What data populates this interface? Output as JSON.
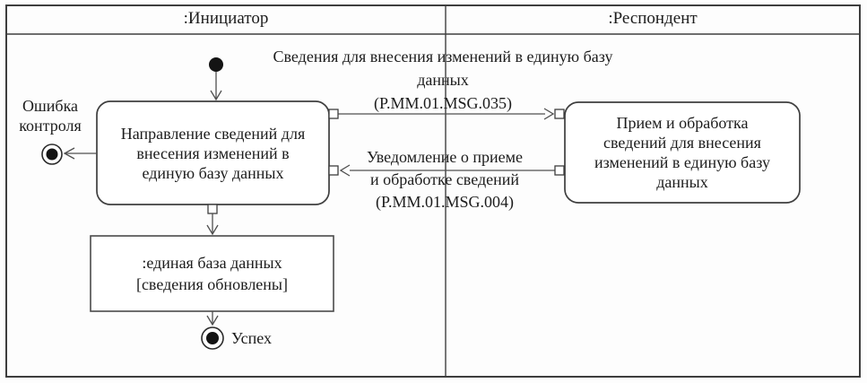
{
  "lanes": [
    {
      "title": ":Инициатор"
    },
    {
      "title": ":Респондент"
    }
  ],
  "nodes": {
    "initiator_activity": "Направление сведений для\nвнесения изменений в\nединую базу данных",
    "respondent_activity": "Прием и обработка\nсведений для внесения\nизменений в единую базу\nданных",
    "object_state": ":единая база данных\n[сведения обновлены]"
  },
  "terminals": {
    "error_label": "Ошибка\nконтроля",
    "success_label": "Успех"
  },
  "messages": {
    "request": "Сведения для внесения изменений в единую базу\nданных\n(P.MM.01.MSG.035)",
    "response": "Уведомление о приеме\nи обработке сведений\n(P.MM.01.MSG.004)"
  },
  "colors": {
    "ink": "#1c1c1c",
    "line": "#3e3e3e",
    "arrow": "#4f4f4f",
    "fill": "#ffffff"
  }
}
